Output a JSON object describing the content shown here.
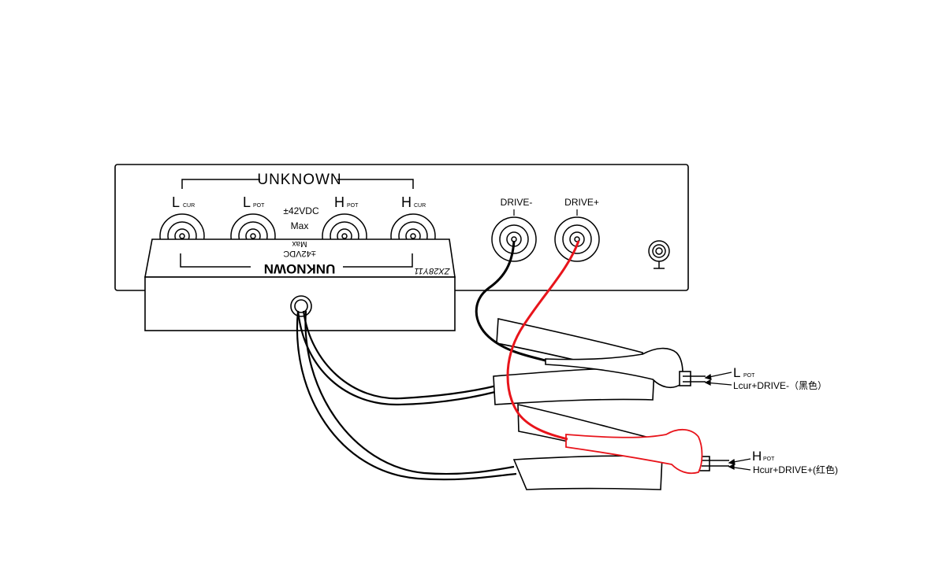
{
  "panel": {
    "group_title": "UNKNOWN",
    "terminals": [
      {
        "letter": "L",
        "sub": "CUR"
      },
      {
        "letter": "L",
        "sub": "POT"
      },
      {
        "letter": "H",
        "sub": "POT"
      },
      {
        "letter": "H",
        "sub": "CUR"
      }
    ],
    "voltage_rating": "±42VDC",
    "voltage_max": "Max",
    "drive_minus": "DRIVE-",
    "drive_plus": "DRIVE+",
    "ground_symbol": "⊥"
  },
  "fixture": {
    "model": "ZX28Y11",
    "mirrored_unknown": "UNKNOWN",
    "mirrored_voltage": "±42VDC",
    "mirrored_max": "Max"
  },
  "callouts": {
    "black_clip_top": {
      "letter": "L",
      "sub": "POT"
    },
    "black_clip_bottom": "Lcur+DRIVE-（黑色）",
    "red_clip_top": {
      "letter": "H",
      "sub": "POT"
    },
    "red_clip_bottom": "Hcur+DRIVE+(红色)"
  },
  "colors": {
    "line": "#000000",
    "red_lead": "#e8141b",
    "black_lead": "#000000",
    "background": "#ffffff"
  }
}
